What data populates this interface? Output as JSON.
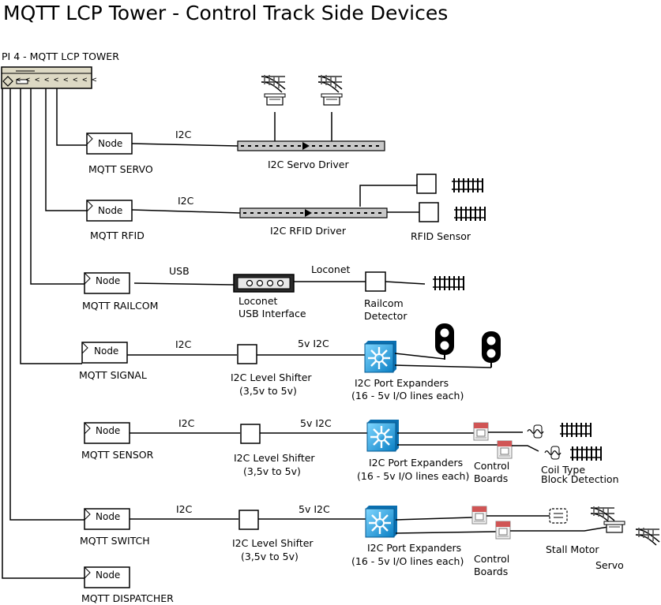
{
  "title": "MQTT LCP Tower - Control Track Side Devices",
  "tower": {
    "label": "PI 4 - MQTT LCP TOWER"
  },
  "node_box_label": "Node",
  "nodes": {
    "servo": "MQTT SERVO",
    "rfid": "MQTT RFID",
    "railcom": "MQTT RAILCOM",
    "signal": "MQTT SIGNAL",
    "sensor": "MQTT SENSOR",
    "switch": "MQTT SWITCH",
    "dispatcher": "MQTT DISPATCHER"
  },
  "links": {
    "i2c": "I2C",
    "usb": "USB",
    "loconet": "Loconet",
    "five_v_i2c": "5v I2C"
  },
  "devices": {
    "servo_driver": "I2C Servo Driver",
    "rfid_driver": "I2C RFID Driver",
    "rfid_sensor": "RFID Sensor",
    "loconet_usb_line1": "Loconet",
    "loconet_usb_line2": "USB Interface",
    "railcom_line1": "Railcom",
    "railcom_line2": "Detector",
    "level_shifter_line1": "I2C Level Shifter",
    "level_shifter_line2": "(3,5v to 5v)",
    "port_expanders_line1": "I2C Port Expanders",
    "port_expanders_line2": "(16 - 5v I/O lines each)",
    "control_boards_line1": "Control",
    "control_boards_line2": "Boards",
    "coil_type_line1": "Coil Type",
    "coil_type_line2": "Block Detection",
    "stall_motor": "Stall Motor",
    "servo": "Servo"
  }
}
